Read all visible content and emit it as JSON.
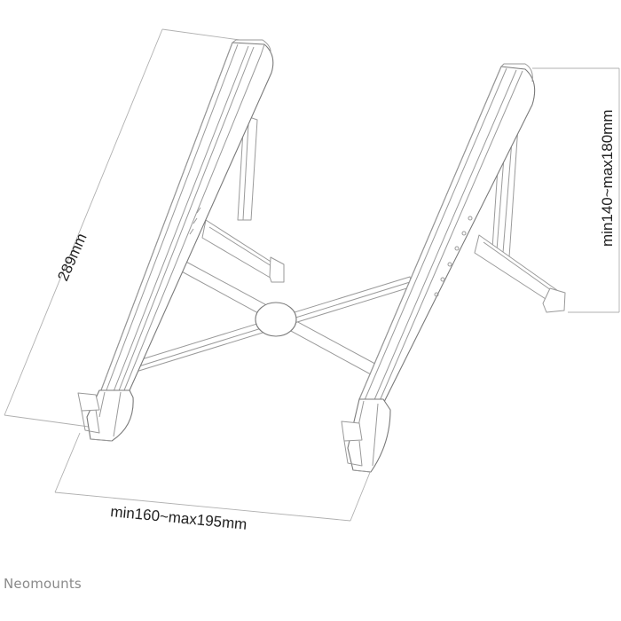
{
  "diagram": {
    "subject": "Foldable laptop stand",
    "dimensions": {
      "length_label": "289mm",
      "height_label": "min140~max180mm",
      "width_label": "min160~max195mm"
    }
  },
  "footer": {
    "brand": "Neomounts"
  },
  "colors": {
    "line": "#9a9a9a",
    "text": "#222222",
    "brand": "#8a8a8a",
    "background": "#ffffff"
  }
}
